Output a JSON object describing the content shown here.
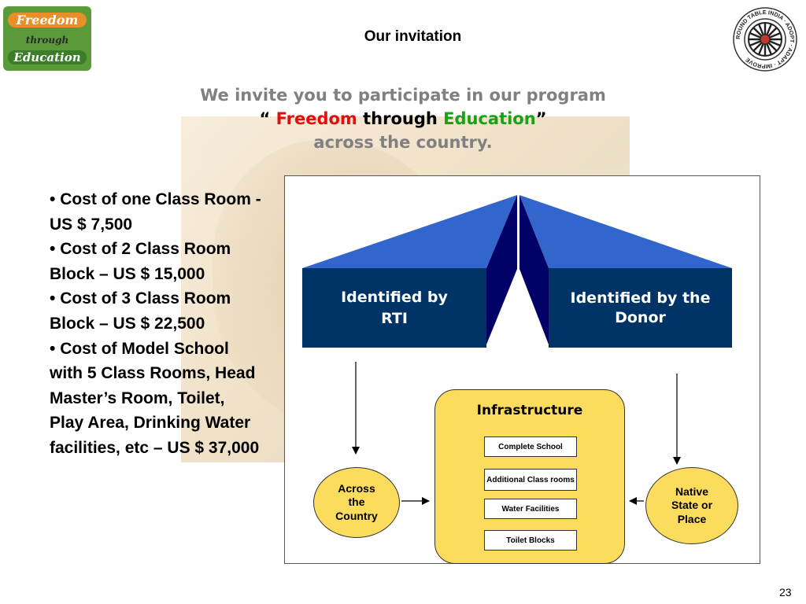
{
  "header": {
    "title": "Our invitation",
    "logo_left": [
      "Freedom",
      "through",
      "Education"
    ],
    "logo_right_ring": "ROUND TABLE INDIA · ADOPT · ADAPT · IMPROVE"
  },
  "heading": {
    "line1": "We invite you to participate in our program",
    "quote_open": "“ ",
    "word_freedom": "Freedom",
    "word_through": " through ",
    "word_education": "Education",
    "quote_close": "”",
    "line3": "across the country."
  },
  "costs": [
    "Cost of one Class Room - US $ 7,500",
    "Cost of 2 Class Room Block – US $ 15,000",
    "Cost of 3 Class Room Block – US $ 22,500",
    "Cost of Model School with 5 Class Rooms, Head Master’s Room, Toilet, Play Area, Drinking Water facilities, etc – US $ 37,000"
  ],
  "diagram": {
    "left_box": "Identified by RTI",
    "right_box": "Identified by the Donor",
    "infrastructure": {
      "title": "Infrastructure",
      "items": [
        "Complete School",
        "Additional Class rooms",
        "Water Facilities",
        "Toilet Blocks"
      ]
    },
    "left_oval": "Across the Country",
    "right_oval": "Native State or Place"
  },
  "colors": {
    "box_navy": "#003366",
    "roof_blue": "#3366cc",
    "roof_dark": "#000066",
    "infra_yellow": "#fbdc5c",
    "freedom_red": "#e01010",
    "education_green": "#1aa01a",
    "heading_gray": "#808080"
  },
  "page_number": "23"
}
